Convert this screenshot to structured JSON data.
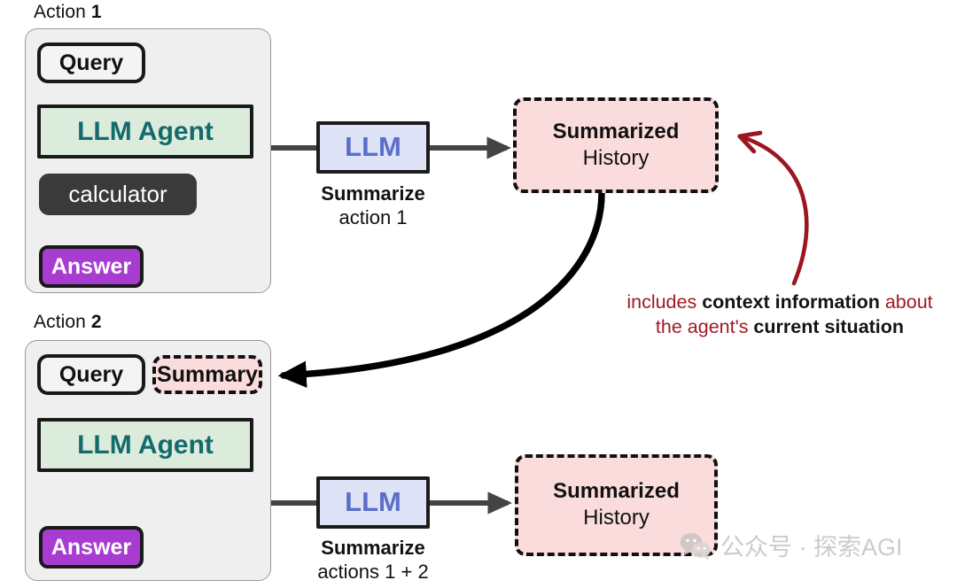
{
  "diagram": {
    "title_hidden": "",
    "colors": {
      "panel_fill": "#efefef",
      "panel_stroke": "#9a9a9a",
      "agent_fill": "#dcecdc",
      "agent_text": "#146b6b",
      "llm_fill": "#dfe3f7",
      "llm_text": "#5b6ec9",
      "answer_fill": "#a93cd0",
      "tool_fill": "#3a3a3a",
      "summary_fill": "#fbdcdc",
      "annotation_red": "#a11823",
      "arrow_dark": "#444444",
      "arrow_black": "#000000"
    }
  },
  "actions": [
    {
      "caption_prefix": "Action ",
      "caption_number": "1",
      "query_label": "Query",
      "agent_label": "LLM Agent",
      "tool_label": "calculator",
      "answer_label": "Answer",
      "summary_chip_label": null
    },
    {
      "caption_prefix": "Action ",
      "caption_number": "2",
      "query_label": "Query",
      "agent_label": "LLM Agent",
      "tool_label": null,
      "answer_label": "Answer",
      "summary_chip_label": "Summary"
    }
  ],
  "summarizers": [
    {
      "llm_label": "LLM",
      "caption_strong": "Summarize",
      "caption_weak": "action 1"
    },
    {
      "llm_label": "LLM",
      "caption_strong": "Summarize",
      "caption_weak": "actions 1 + 2"
    }
  ],
  "histories": [
    {
      "line1": "Summarized",
      "line2": "History"
    },
    {
      "line1": "Summarized",
      "line2": "History"
    }
  ],
  "annotation": {
    "line1_pre": "includes ",
    "line1_bold": "context information",
    "line1_post": " about",
    "line2_pre": "the agent's ",
    "line2_bold": "current situation",
    "line2_post": ""
  },
  "watermark": {
    "text": "公众号 · 探索AGI",
    "icon": "wechat-icon"
  }
}
